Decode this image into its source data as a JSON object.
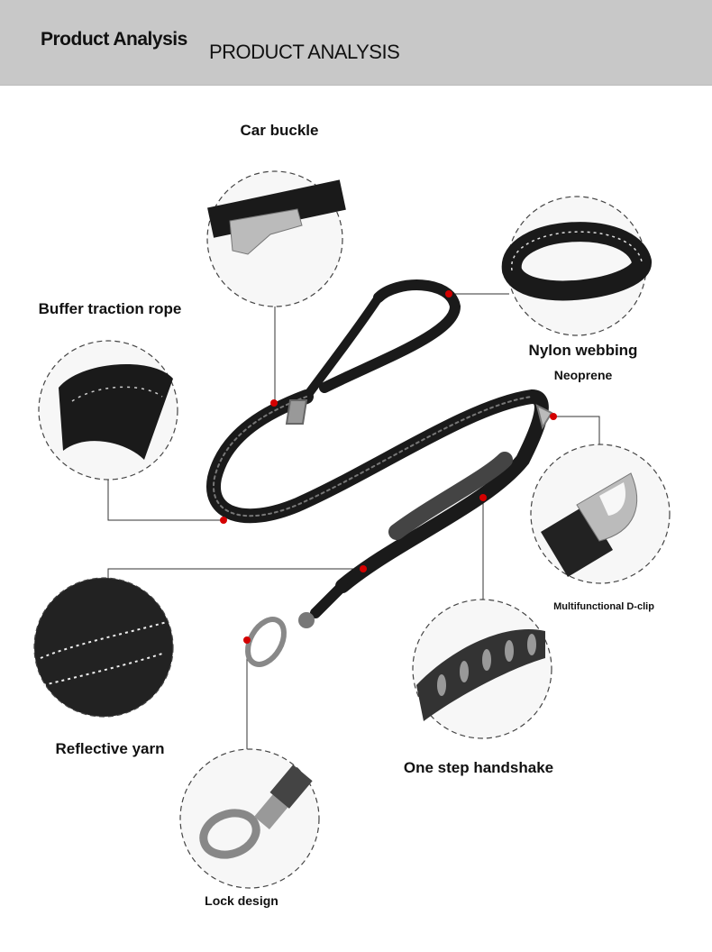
{
  "header": {
    "title": "Product Analysis",
    "subtitle": "PRODUCT ANALYSIS"
  },
  "callouts": {
    "car_buckle": "Car buckle",
    "nylon_webbing": "Nylon webbing",
    "neoprene": "Neoprene",
    "buffer_rope": "Buffer traction rope",
    "d_clip": "Multifunctional D-clip",
    "reflective_yarn": "Reflective yarn",
    "handshake": "One step handshake",
    "lock_design": "Lock design"
  },
  "colors": {
    "header_bg": "#c8c8c8",
    "marker": "#d40000",
    "leash": "#1a1a1a"
  }
}
